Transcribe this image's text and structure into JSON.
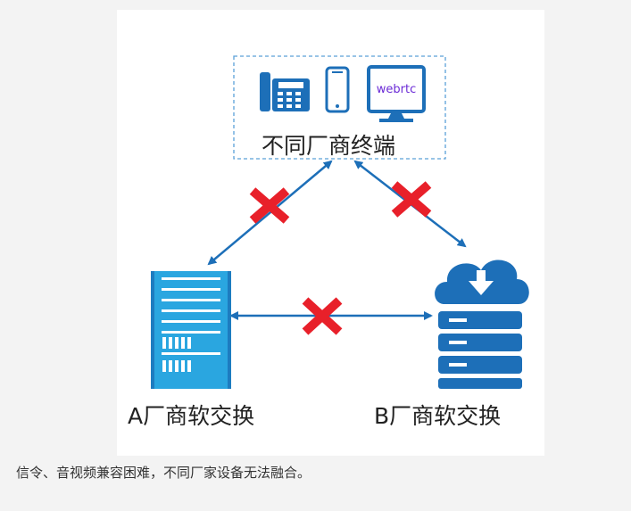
{
  "diagram": {
    "terminal_group_label": "不同厂商终端",
    "webrtc_screen_text": "webrtc",
    "switch_a_label": "A厂商软交换",
    "switch_b_label": "B厂商软交换"
  },
  "caption": "信令、音视频兼容困难，不同厂家设备无法融合。",
  "colors": {
    "primary_blue": "#1d6fb8",
    "light_blue": "#2aa6e0",
    "cross_red": "#e8202a",
    "dashed_border": "#5aa0d8"
  },
  "icons": [
    "desk-phone-icon",
    "smartphone-icon",
    "monitor-icon",
    "server-rack-icon",
    "cloud-download-icon",
    "cross-icon"
  ]
}
